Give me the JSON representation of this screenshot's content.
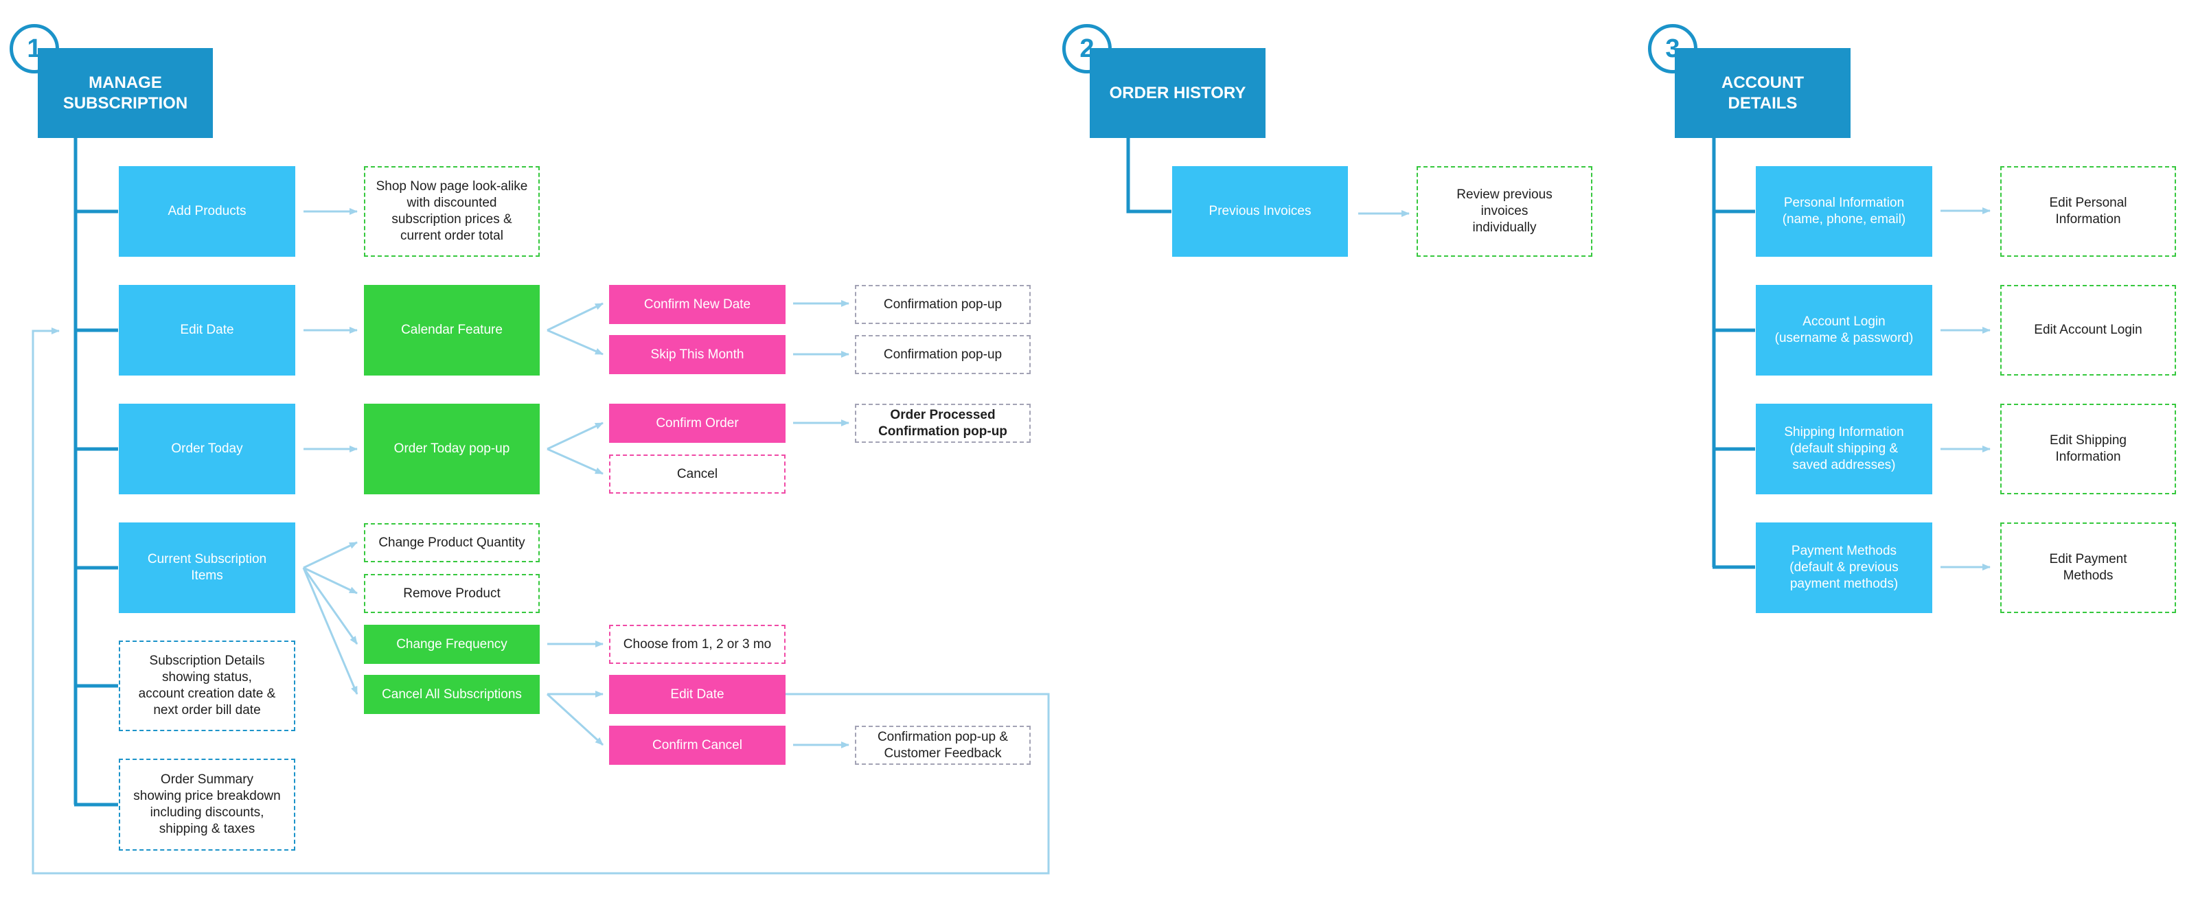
{
  "colors": {
    "header": "#1b93c9",
    "blue": "#38c2f6",
    "green": "#36d140",
    "pink": "#f74aad",
    "connector": "#1b93c9",
    "arrow": "#9fd3ec"
  },
  "sections": [
    {
      "number": "1",
      "title": "MANAGE\nSUBSCRIPTION"
    },
    {
      "number": "2",
      "title": "ORDER HISTORY"
    },
    {
      "number": "3",
      "title": "ACCOUNT\nDETAILS"
    }
  ],
  "manage": {
    "add_products": "Add Products",
    "shop_now": "Shop Now page look-alike\nwith discounted\nsubscription prices &\ncurrent order total",
    "edit_date": "Edit Date",
    "calendar": "Calendar Feature",
    "confirm_new_date": "Confirm New Date",
    "confirmation_popup_1": "Confirmation pop-up",
    "skip_month": "Skip This Month",
    "confirmation_popup_2": "Confirmation pop-up",
    "order_today": "Order Today",
    "order_today_popup": "Order Today pop-up",
    "confirm_order": "Confirm Order",
    "order_processed": "Order Processed\nConfirmation pop-up",
    "cancel": "Cancel",
    "current_items": "Current Subscription\nItems",
    "change_quantity": "Change Product Quantity",
    "remove_product": "Remove Product",
    "change_frequency": "Change Frequency",
    "choose_frequency": "Choose from 1, 2 or 3 mo",
    "cancel_all": "Cancel All Subscriptions",
    "edit_date_2": "Edit Date",
    "confirm_cancel": "Confirm Cancel",
    "confirmation_feedback": "Confirmation pop-up &\nCustomer Feedback",
    "subscription_details": "Subscription Details\nshowing status,\naccount creation date &\nnext order bill date",
    "order_summary": "Order Summary\nshowing price breakdown\nincluding discounts,\nshipping & taxes"
  },
  "history": {
    "previous_invoices": "Previous Invoices",
    "review": "Review previous\ninvoices\nindividually"
  },
  "account": {
    "personal_info": "Personal Information\n(name, phone, email)",
    "edit_personal": "Edit Personal\nInformation",
    "account_login": "Account Login\n(username & password)",
    "edit_login": "Edit Account Login",
    "shipping_info": "Shipping Information\n(default shipping &\nsaved addresses)",
    "edit_shipping": "Edit Shipping\nInformation",
    "payment_methods": "Payment Methods\n(default & previous\npayment methods)",
    "edit_payment": "Edit Payment\nMethods"
  }
}
